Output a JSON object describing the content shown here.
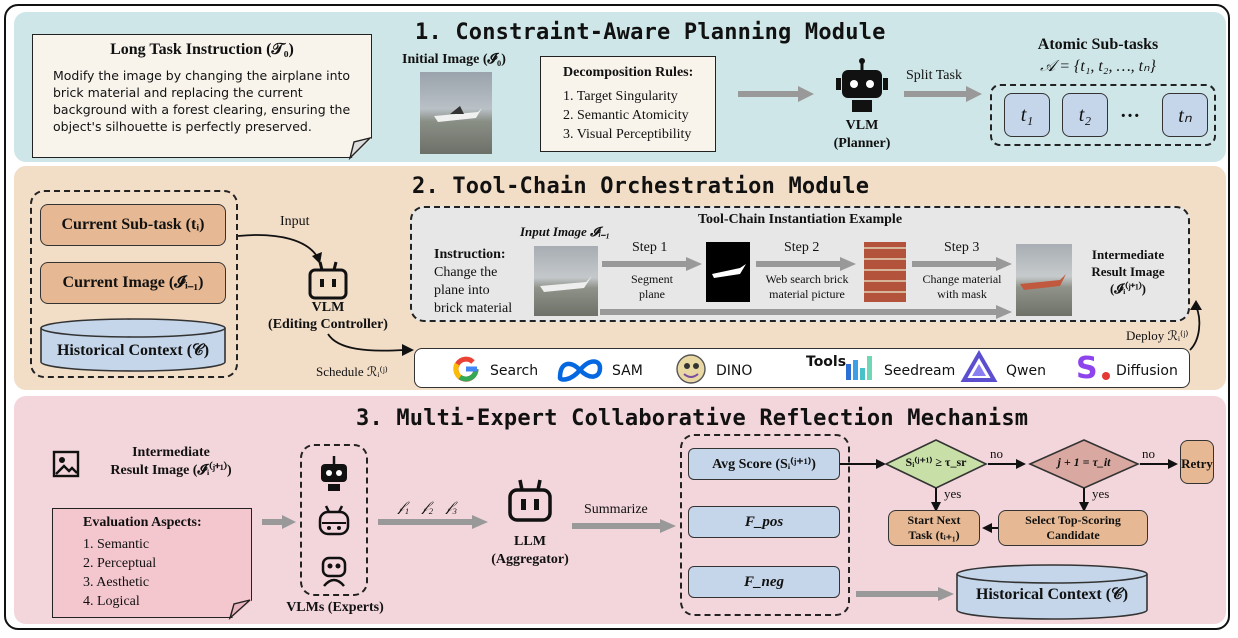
{
  "module1": {
    "title": "1. Constraint-Aware Planning Module",
    "instruction_title": "Long Task Instruction (𝒯₀)",
    "instruction_text": "Modify the image by changing the airplane into brick material and replacing the current background with a forest clearing, ensuring the object's silhouette is perfectly preserved.",
    "initial_image_label": "Initial Image (𝓘₀)",
    "rules_title": "Decomposition Rules:",
    "rules": [
      "1. Target Singularity",
      "2. Semantic Atomicity",
      "3. Visual Perceptibility"
    ],
    "vlm_label": "VLM",
    "vlm_sub": "(Planner)",
    "split_label": "Split Task",
    "subtasks_title": "Atomic Sub-tasks",
    "subtasks_formula": "𝒜 = {t₁, t₂, …, tₙ}",
    "tasks": [
      "t₁",
      "t₂",
      "tₙ"
    ],
    "ellipsis": "…"
  },
  "module2": {
    "title": "2. Tool-Chain Orchestration Module",
    "current_subtask": "Current Sub-task (tᵢ)",
    "current_image": "Current Image (𝓘ᵢ₋₁)",
    "history": "Historical Context (𝒞)",
    "input_label": "Input",
    "vlm_label": "VLM",
    "vlm_sub": "(Editing Controller)",
    "schedule_label": "Schedule ℛᵢ⁽ʲ⁾",
    "deploy_label": "Deploy ℛᵢ⁽ʲ⁾",
    "example_title": "Tool-Chain Instantiation Example",
    "input_image_label": "Input Image 𝓘ᵢ₋₁",
    "instruction_head": "Instruction:",
    "instruction_lines": [
      "Change the",
      "plane into",
      "brick material"
    ],
    "steps": [
      {
        "label": "Step 1",
        "desc": [
          "Segment",
          "plane"
        ]
      },
      {
        "label": "Step 2",
        "desc": [
          "Web search brick",
          "material picture"
        ]
      },
      {
        "label": "Step 3",
        "desc": [
          "Change material",
          "with mask"
        ]
      }
    ],
    "result_lines": [
      "Intermediate",
      "Result Image",
      "(𝓘ᵢ⁽ʲ⁺¹⁾)"
    ],
    "tools_title": "Tools",
    "tools": [
      "Search",
      "SAM",
      "DINO",
      "Seedream",
      "Qwen",
      "Diffusion"
    ]
  },
  "module3": {
    "title": "3. Multi-Expert Collaborative Reflection Mechanism",
    "intermediate_lines": [
      "Intermediate",
      "Result Image (𝓘ᵢ⁽ʲ⁺¹⁾)"
    ],
    "eval_title": "Evaluation Aspects:",
    "aspects": [
      "1.   Semantic",
      "2.   Perceptual",
      "3.   Aesthetic",
      "4.   Logical"
    ],
    "experts_label": "VLMs (Experts)",
    "feedback_labels": [
      "𝒻₁",
      "𝒻₂",
      "𝒻₃"
    ],
    "llm_label": "LLM",
    "llm_sub": "(Aggregator)",
    "summarize_label": "Summarize",
    "avg_score": "Avg Score (Sᵢ⁽ʲ⁺¹⁾)",
    "f_pos": "F_pos",
    "f_neg": "F_neg",
    "cond1": "Sᵢ⁽ʲ⁺¹⁾ ≥ τ_sr",
    "cond2": "j + 1 = τ_it",
    "no_label": "no",
    "yes_label": "yes",
    "retry": "Retry",
    "start_next": [
      "Start Next",
      "Task (tᵢ₊₁)"
    ],
    "select_top": [
      "Select Top-Scoring",
      "Candidate"
    ],
    "history": "Historical Context (𝒞)"
  },
  "colors": {
    "panel1": "#cfe6e8",
    "panel2": "#f2ddc7",
    "panel3": "#f3d6dc",
    "orange_box": "#e6b893",
    "blue_box": "#c5d6ea",
    "green_diamond": "#c8e0a8",
    "red_diamond": "#d9a8a0",
    "arrow_gray": "#999999"
  },
  "icons": [
    "robot-icon",
    "image-icon",
    "google-icon",
    "meta-icon",
    "dino-icon",
    "seedream-icon",
    "qwen-icon",
    "diffusion-icon"
  ]
}
